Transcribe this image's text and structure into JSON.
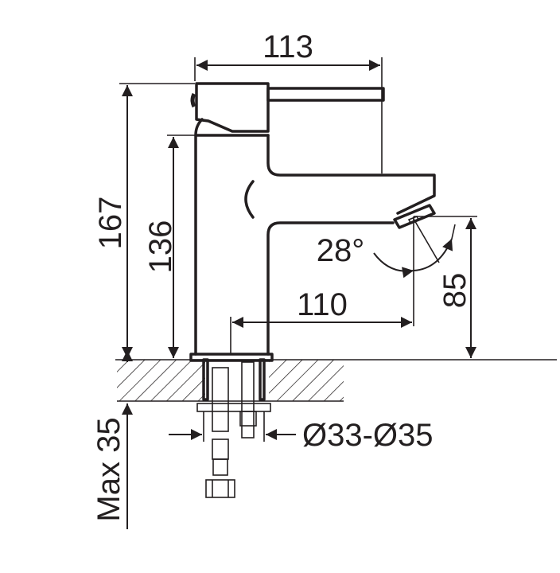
{
  "drawing": {
    "title": "Basin faucet dimension drawing",
    "dimensions": {
      "total_reach": "113",
      "total_height": "167",
      "body_height": "136",
      "spout_reach": "110",
      "spout_height": "85",
      "spout_angle": "28°",
      "max_counter_thickness": "Max 35",
      "hole_diameter": "Ø33-Ø35"
    },
    "line_color": "#231f20"
  }
}
